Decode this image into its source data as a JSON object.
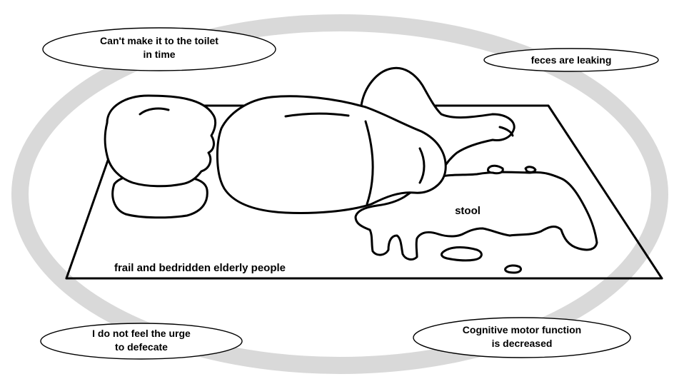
{
  "colors": {
    "ring": "#d9d9d9",
    "ink": "#000000",
    "background": "#ffffff"
  },
  "bubbles": {
    "toilet": [
      "Can't make it to the toilet",
      "in time"
    ],
    "leaking": [
      "feces are leaking"
    ],
    "urge": [
      "I do not feel the urge",
      "to defecate"
    ],
    "cognitive": [
      "Cognitive motor function",
      "is decreased"
    ]
  },
  "labels": {
    "stool": "stool",
    "subject": "frail and bedridden elderly people"
  }
}
